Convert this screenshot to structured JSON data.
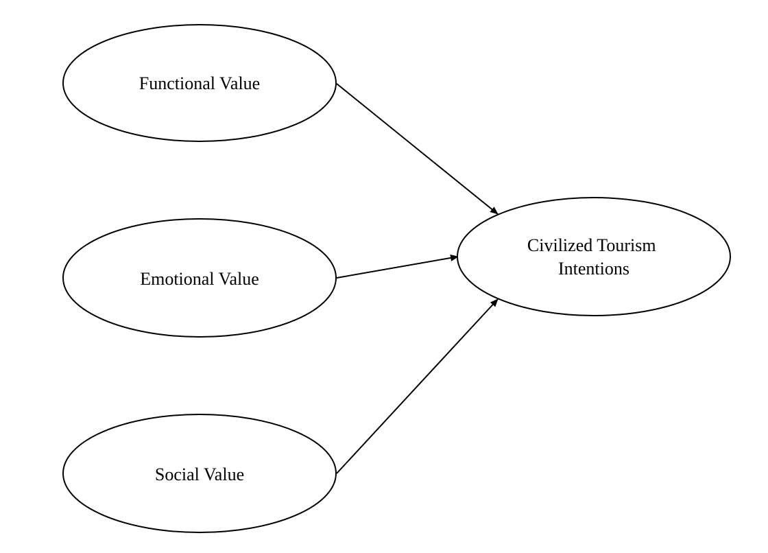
{
  "nodes": [
    {
      "id": "functional",
      "label_lines": [
        "Functional Value"
      ]
    },
    {
      "id": "emotional",
      "label_lines": [
        "Emotional Value"
      ]
    },
    {
      "id": "social",
      "label_lines": [
        "Social Value"
      ]
    },
    {
      "id": "intentions",
      "label_lines": [
        "Civilized Tourism",
        "Intentions"
      ]
    }
  ],
  "edges": [
    {
      "from": "functional",
      "to": "intentions"
    },
    {
      "from": "emotional",
      "to": "intentions"
    },
    {
      "from": "social",
      "to": "intentions"
    }
  ],
  "colors": {
    "stroke": "#000000",
    "fill": "#ffffff",
    "text": "#000000"
  }
}
